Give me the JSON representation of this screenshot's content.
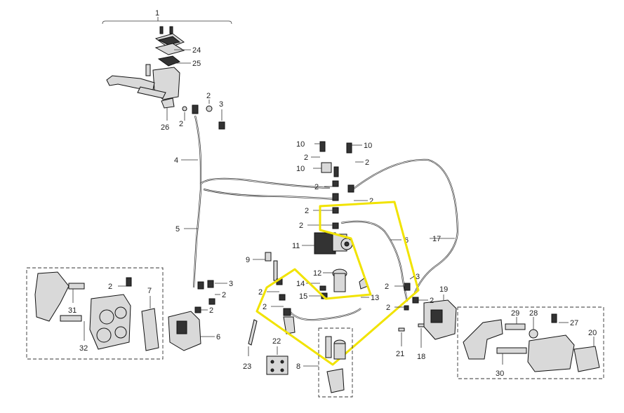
{
  "diagram": {
    "highlight_color": "#f1e300",
    "callouts": {
      "c1": "1",
      "c24": "24",
      "c25": "25",
      "c26": "26",
      "c2": "2",
      "c3": "3",
      "c4": "4",
      "c5": "5",
      "c6": "6",
      "c7": "7",
      "c8": "8",
      "c9": "9",
      "c10": "10",
      "c11": "11",
      "c12": "12",
      "c13": "13",
      "c14": "14",
      "c15": "15",
      "c17": "17",
      "c18": "18",
      "c19": "19",
      "c20": "20",
      "c21": "21",
      "c22": "22",
      "c23": "23",
      "c27": "27",
      "c28": "28",
      "c29": "29",
      "c30": "30",
      "c31": "31",
      "c32": "32"
    }
  }
}
